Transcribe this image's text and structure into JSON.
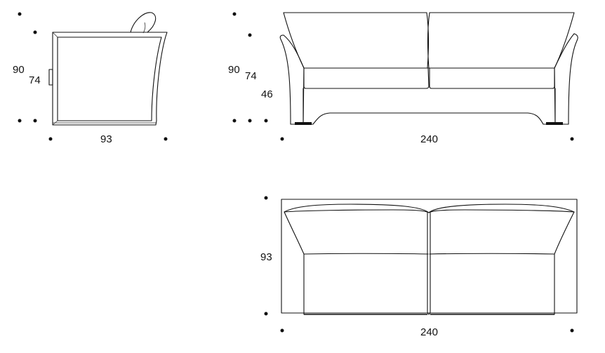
{
  "side_view": {
    "height_total": "90",
    "height_seat": "74",
    "depth": "93"
  },
  "front_view": {
    "height_total": "90",
    "height_back": "74",
    "height_seat": "46",
    "width": "240"
  },
  "top_view": {
    "depth": "93",
    "width": "240"
  },
  "colors": {
    "line": "#111111",
    "background": "#ffffff"
  }
}
